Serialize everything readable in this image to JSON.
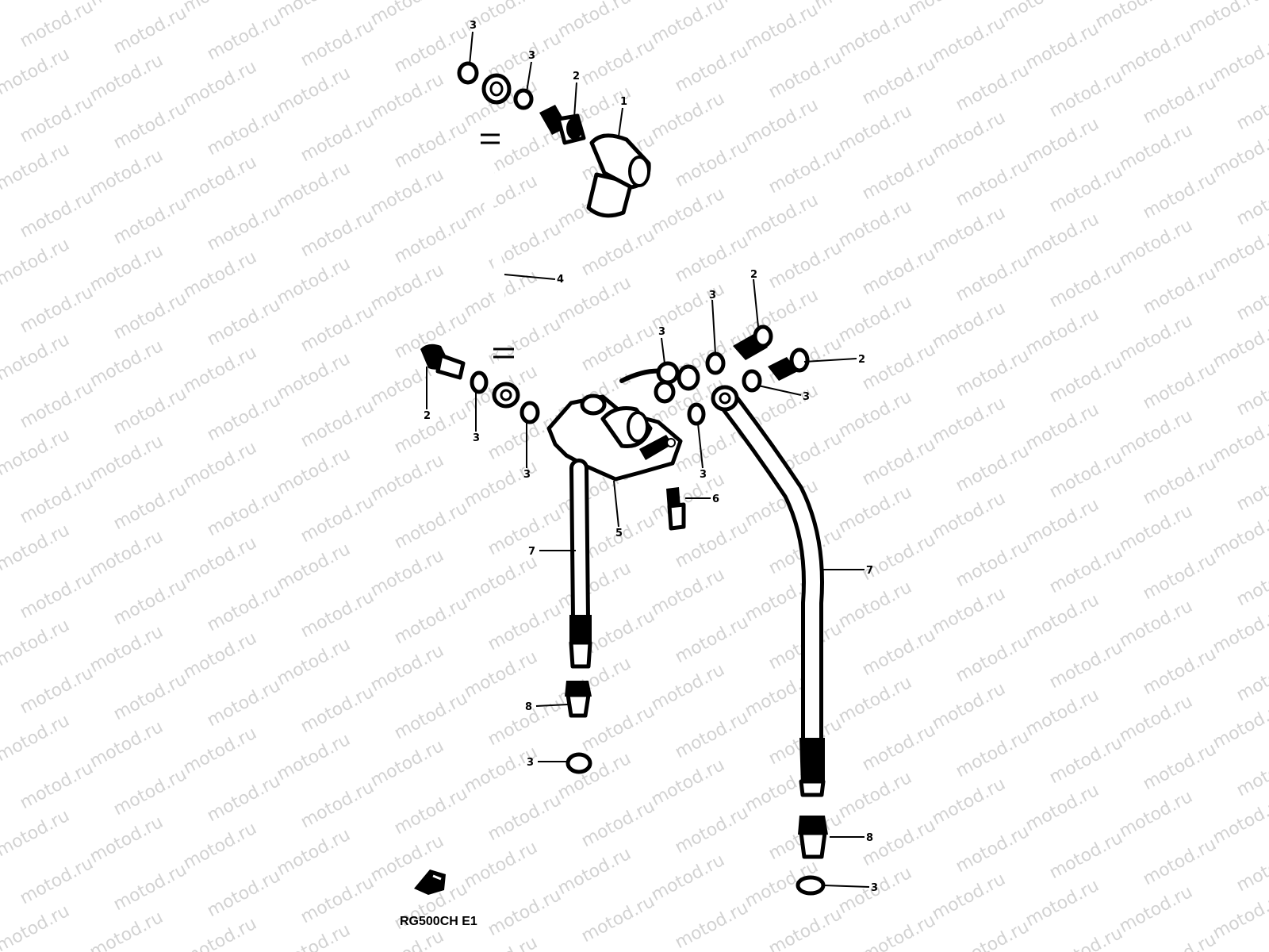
{
  "watermark": {
    "text": "motod.ru"
  },
  "diagram": {
    "model_code": "RG500CH E1",
    "callouts": [
      {
        "id": "c1",
        "label": "1"
      },
      {
        "id": "c2a",
        "label": "2"
      },
      {
        "id": "c2b",
        "label": "2"
      },
      {
        "id": "c2c",
        "label": "2"
      },
      {
        "id": "c2d",
        "label": "2"
      },
      {
        "id": "c3a",
        "label": "3"
      },
      {
        "id": "c3b",
        "label": "3"
      },
      {
        "id": "c3c",
        "label": "3"
      },
      {
        "id": "c3d",
        "label": "3"
      },
      {
        "id": "c3e",
        "label": "3"
      },
      {
        "id": "c3f",
        "label": "3"
      },
      {
        "id": "c3g",
        "label": "3"
      },
      {
        "id": "c3h",
        "label": "3"
      },
      {
        "id": "c3i",
        "label": "3"
      },
      {
        "id": "c3j",
        "label": "3"
      },
      {
        "id": "c4",
        "label": "4"
      },
      {
        "id": "c5",
        "label": "5"
      },
      {
        "id": "c6",
        "label": "6"
      },
      {
        "id": "c7a",
        "label": "7"
      },
      {
        "id": "c7b",
        "label": "7"
      },
      {
        "id": "c8a",
        "label": "8"
      },
      {
        "id": "c8b",
        "label": "8"
      }
    ]
  }
}
